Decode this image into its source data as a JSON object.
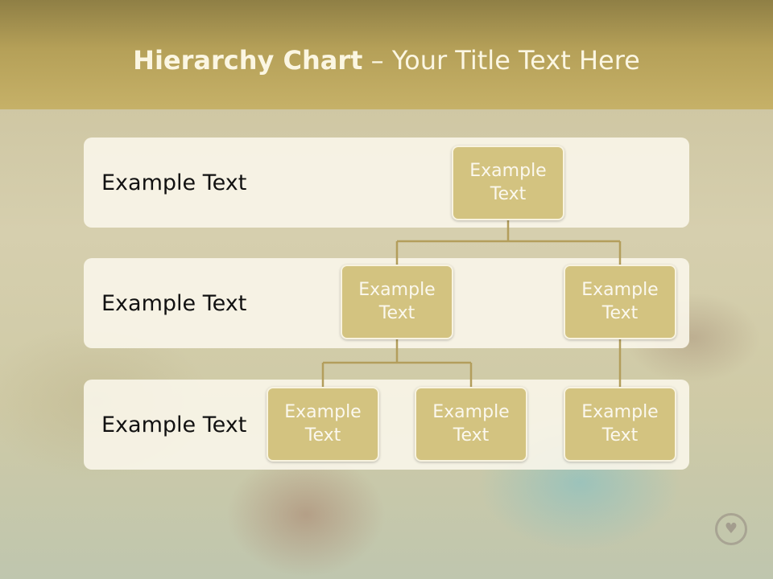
{
  "title": {
    "bold": "Hierarchy Chart",
    "rest": " – Your Title Text Here"
  },
  "levels": [
    {
      "label": "Example Text"
    },
    {
      "label": "Example Text"
    },
    {
      "label": "Example Text"
    }
  ],
  "nodes": {
    "root": "Example Text",
    "level2_left": "Example Text",
    "level2_right": "Example Text",
    "level3_left": "Example Text",
    "level3_middle": "Example Text",
    "level3_right": "Example Text"
  },
  "colors": {
    "title_band": "#b5a058",
    "node_fill": "#d3c380",
    "node_text": "#fbf8ee",
    "connector": "#b39e5c",
    "band_fill": "#faf7ec"
  }
}
